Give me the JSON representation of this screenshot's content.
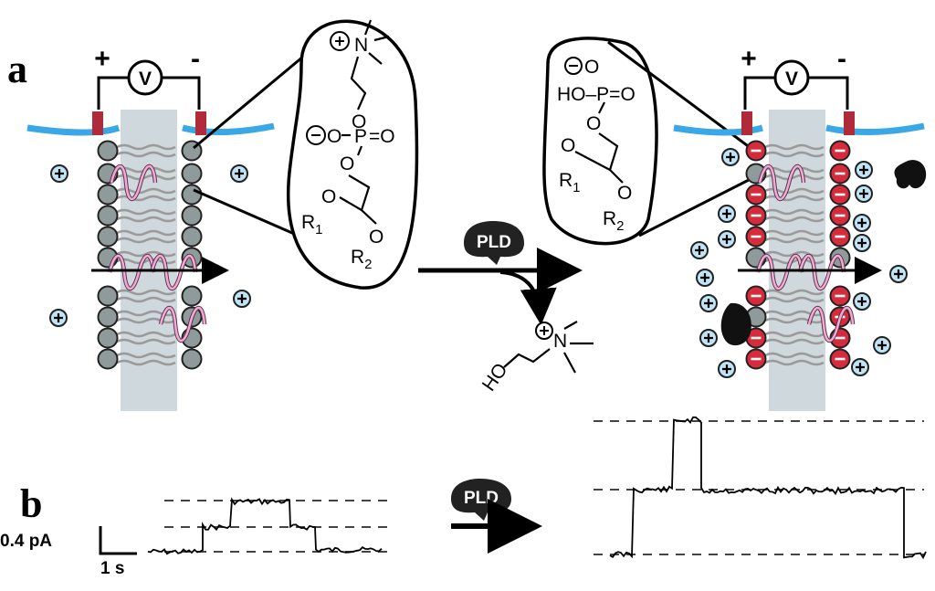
{
  "panel_labels": {
    "a": "a",
    "b": "b"
  },
  "voltmeter": {
    "plus": "+",
    "minus": "-",
    "label": "V"
  },
  "enzyme": {
    "label": "PLD"
  },
  "headgroup_pc": {
    "n_label": "N",
    "o_label": "O",
    "p_label": "P",
    "double_o": "=O",
    "r1": "R",
    "r1_sub": "1",
    "r2": "R",
    "r2_sub": "2"
  },
  "headgroup_pa": {
    "ho_p": "HO–P=O",
    "o_label": "O",
    "r1": "R",
    "r1_sub": "1",
    "r2": "R",
    "r2_sub": "2"
  },
  "choline": {
    "ho": "HO",
    "n_label": "N"
  },
  "scale_bar": {
    "current": "0.4 pA",
    "time": "1 s"
  },
  "colors": {
    "membrane_blue": "#3aa7e6",
    "electrode_red": "#b02a3a",
    "lipid_gray": "#8f9a9a",
    "pa_red": "#d62b3b",
    "helix_pink": "#f2a9d2",
    "channel_gray": "#cfd8dc",
    "cation_fill": "#bfe4f5"
  },
  "icons": [
    "voltmeter-icon",
    "pld-enzyme-icon",
    "cation-icon",
    "anion-lipid-icon",
    "helix-icon"
  ]
}
